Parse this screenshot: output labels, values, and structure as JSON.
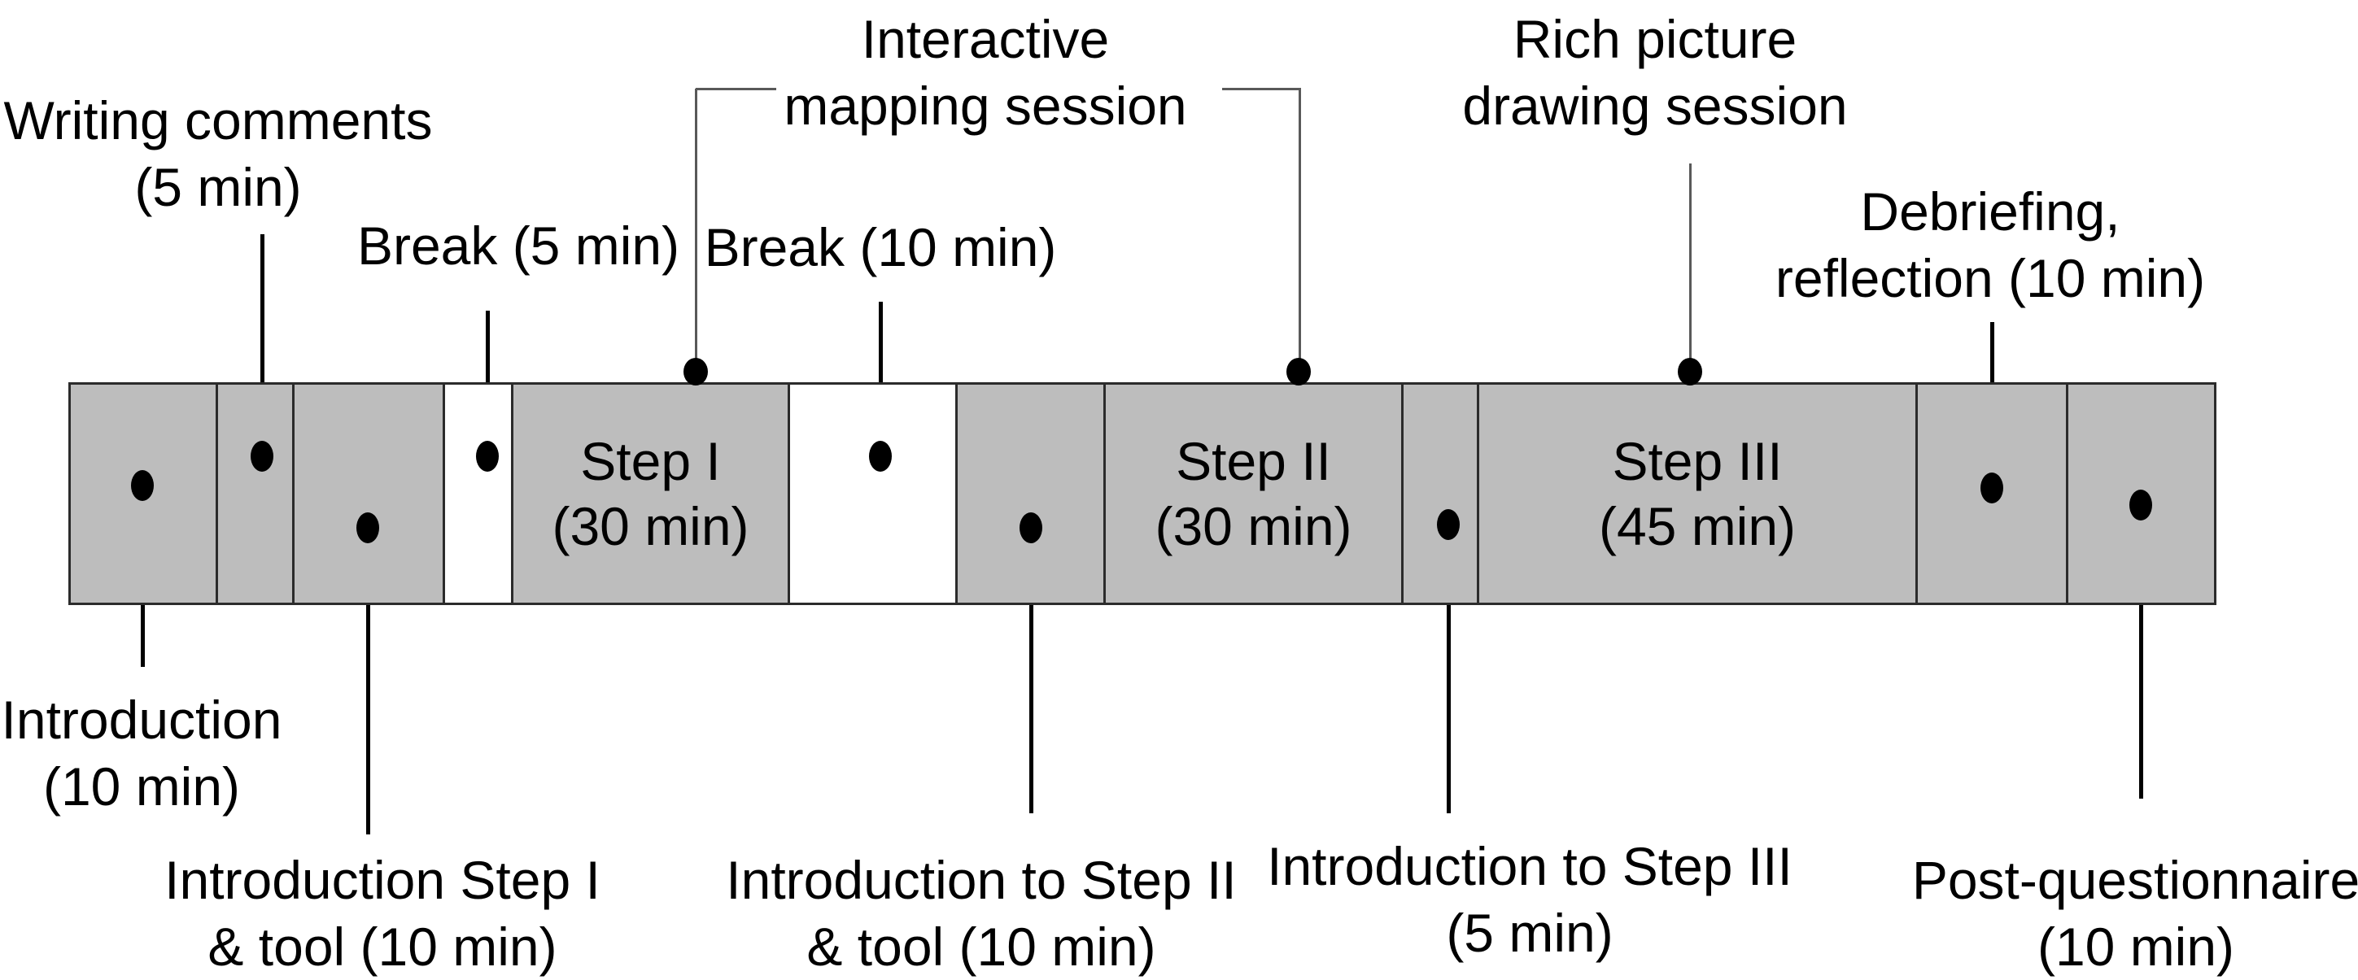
{
  "figure": {
    "kind": "workshop-session-timeline",
    "colors": {
      "segment_fill": "#bdbdbd",
      "segment_break_fill": "#ffffff",
      "outline": "#2b2b2b",
      "leader_line": "#000000",
      "bracket_line": "#595959",
      "dot": "#000000",
      "background": "#ffffff",
      "text": "#000000"
    },
    "bar": {
      "segments": [
        {
          "id": "introduction",
          "fill": "gray"
        },
        {
          "id": "writing-comments",
          "fill": "gray"
        },
        {
          "id": "introduction-step-1",
          "fill": "gray"
        },
        {
          "id": "break-5",
          "fill": "white"
        },
        {
          "id": "step-1",
          "fill": "gray",
          "line1": "Step I",
          "line2": "(30 min)"
        },
        {
          "id": "break-10",
          "fill": "white"
        },
        {
          "id": "introduction-step-2",
          "fill": "gray"
        },
        {
          "id": "step-2",
          "fill": "gray",
          "line1": "Step II",
          "line2": "(30 min)"
        },
        {
          "id": "introduction-step-3",
          "fill": "gray"
        },
        {
          "id": "step-3",
          "fill": "gray",
          "line1": "Step III",
          "line2": "(45 min)"
        },
        {
          "id": "debriefing",
          "fill": "gray"
        },
        {
          "id": "post-questionnaire",
          "fill": "gray"
        }
      ]
    },
    "annotations": {
      "above": [
        {
          "id": "writing-comments",
          "line1": "Writing comments",
          "line2": "(5 min)"
        },
        {
          "id": "break-5",
          "line1": "Break (5 min)"
        },
        {
          "id": "interactive-mapping-session",
          "line1": "Interactive",
          "line2": "mapping session"
        },
        {
          "id": "break-10",
          "line1": "Break (10 min)"
        },
        {
          "id": "rich-picture-drawing-session",
          "line1": "Rich picture",
          "line2": "drawing session"
        },
        {
          "id": "debriefing",
          "line1": "Debriefing,",
          "line2": "reflection (10 min)"
        }
      ],
      "below": [
        {
          "id": "introduction",
          "line1": "Introduction",
          "line2": "(10 min)"
        },
        {
          "id": "introduction-step-1",
          "line1": "Introduction Step I",
          "line2": "& tool (10 min)"
        },
        {
          "id": "introduction-step-2",
          "line1": "Introduction to Step II",
          "line2": "& tool (10 min)"
        },
        {
          "id": "introduction-step-3",
          "line1": "Introduction to Step III",
          "line2": "(5 min)"
        },
        {
          "id": "post-questionnaire",
          "line1": "Post-questionnaire",
          "line2": "(10 min)"
        }
      ]
    }
  }
}
